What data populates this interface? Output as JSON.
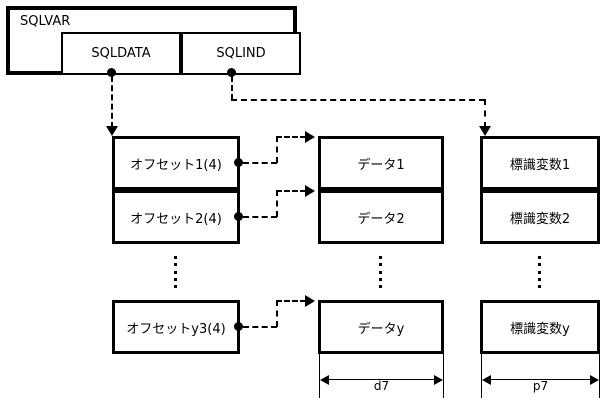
{
  "diagram": {
    "title_box": {
      "label": "SQLVAR",
      "cells": [
        {
          "label": "SQLDATA"
        },
        {
          "label": "SQLIND"
        }
      ]
    },
    "columns": {
      "offset": {
        "items": [
          {
            "label": "オフセット1(4)"
          },
          {
            "label": "オフセット2(4)"
          },
          {
            "label": "オフセットy3(4)"
          }
        ]
      },
      "data": {
        "items": [
          {
            "label": "データ1"
          },
          {
            "label": "データ2"
          },
          {
            "label": "データy"
          }
        ],
        "dimension": "d7"
      },
      "indicator": {
        "items": [
          {
            "label": "標識変数1"
          },
          {
            "label": "標識変数2"
          },
          {
            "label": "標識変数y"
          }
        ],
        "dimension": "p7"
      }
    },
    "colors": {
      "stroke": "#000000",
      "background": "#ffffff"
    }
  }
}
